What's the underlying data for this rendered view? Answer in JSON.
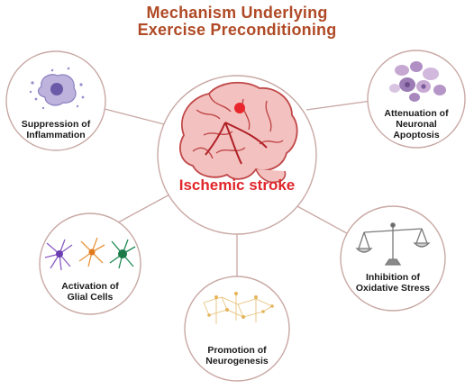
{
  "title": {
    "line1": "Mechanism Underlying",
    "line2": "Exercise Preconditioning"
  },
  "center": {
    "label": "Ischemic stroke",
    "icon": "brain-icon"
  },
  "nodes": [
    {
      "id": "inflammation",
      "line1": "Suppression of",
      "line2": "Inflammation",
      "icon": "immune-cell-icon"
    },
    {
      "id": "apoptosis",
      "line1": "Attenuation of",
      "line2": "Neuronal",
      "line3": "Apoptosis",
      "icon": "apoptotic-cells-icon"
    },
    {
      "id": "glial",
      "line1": "Activation of",
      "line2": "Glial Cells",
      "icon": "glial-cells-icon"
    },
    {
      "id": "neurogenesis",
      "line1": "Promotion of",
      "line2": "Neurogenesis",
      "icon": "neuron-network-icon"
    },
    {
      "id": "oxidative",
      "line1": "Inhibition of",
      "line2": "Oxidative Stress",
      "icon": "balance-scale-icon"
    }
  ],
  "colors": {
    "title": "#b04a26",
    "center_label": "#e0262a",
    "circle_stroke": "#c8a8a4",
    "connector": "#c8a8a4"
  }
}
